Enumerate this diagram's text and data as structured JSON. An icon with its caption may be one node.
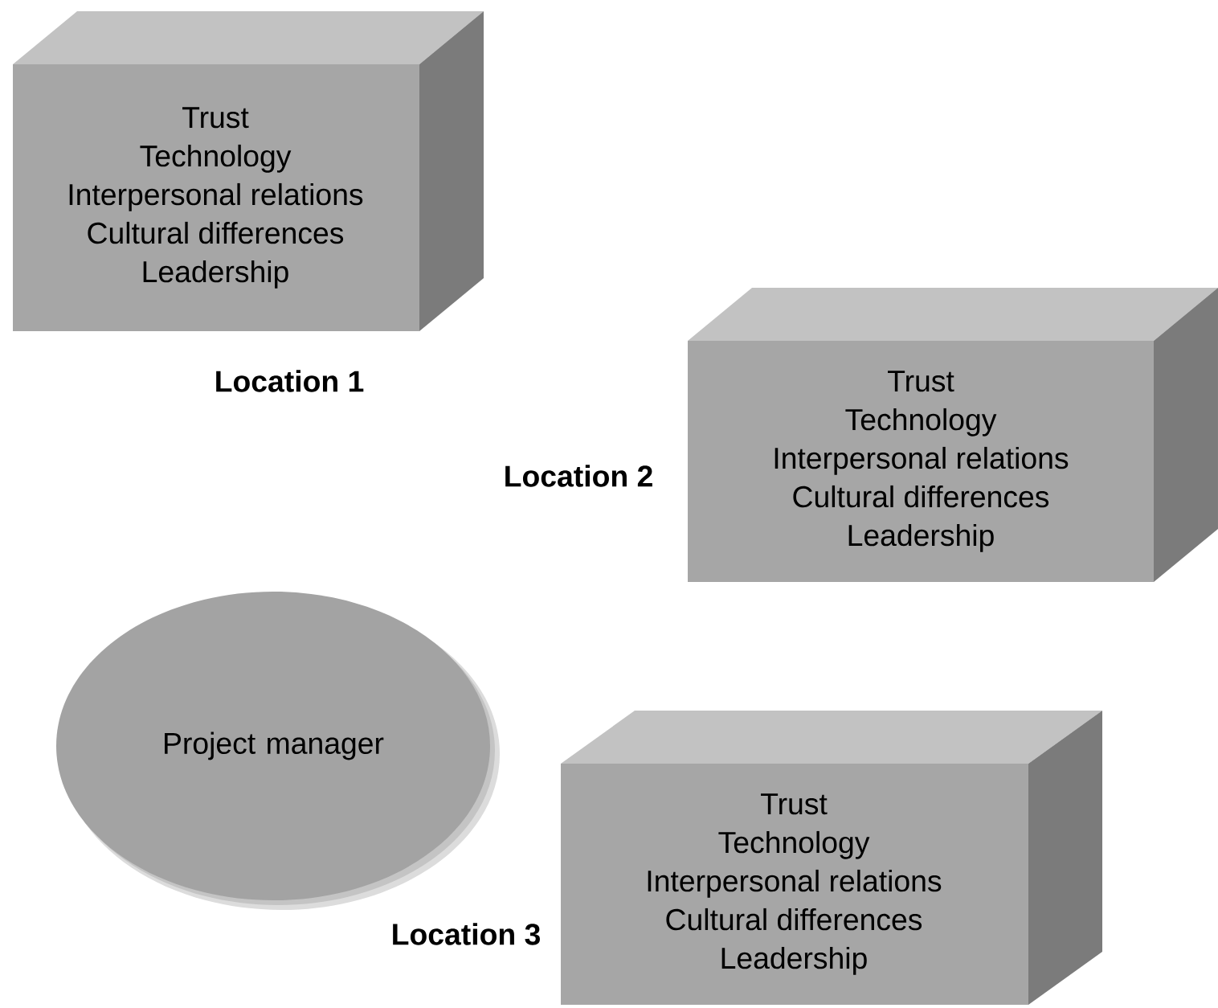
{
  "diagram": {
    "nodes": [
      {
        "text": [
          "Trust",
          "Technology",
          "Interpersonal relations",
          "Cultural differences",
          "Leadership"
        ],
        "beside": [
          "Location 1"
        ]
      },
      {
        "text": [
          "Trust",
          "Technology",
          "Interpersonal relations",
          "Cultural differences",
          "Leadership"
        ],
        "beside": [
          "Location 2"
        ]
      },
      {
        "text": [
          "Project manager"
        ]
      },
      {
        "text": [
          "Trust",
          "Technology",
          "Interpersonal relations",
          "Cultural differences",
          "Leadership"
        ],
        "beside": [
          "Location 3"
        ]
      }
    ]
  }
}
